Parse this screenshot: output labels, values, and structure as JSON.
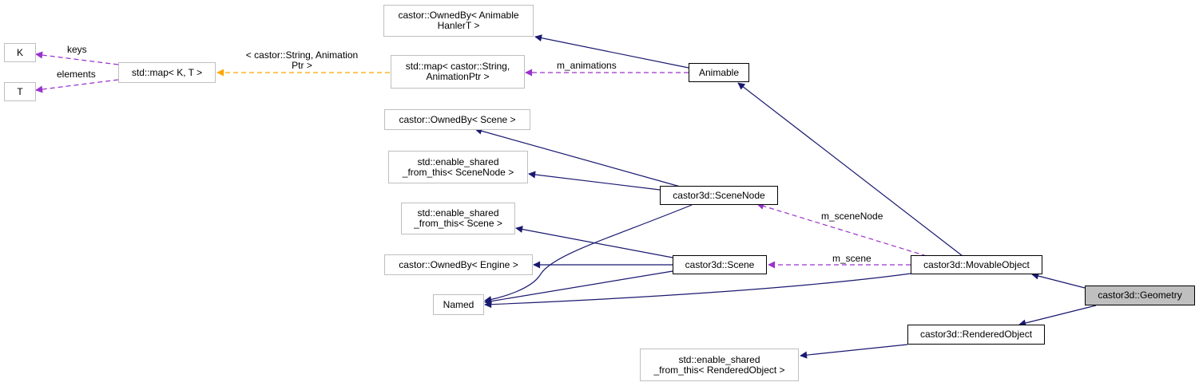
{
  "nodes": {
    "k": "K",
    "t": "T",
    "std_map_kt": "std::map< K, T >",
    "std_map_string_animptr": "std::map< castor::String,\nAnimationPtr >",
    "owned_by_animable": "castor::OwnedBy< Animable\nHanlerT >",
    "animable": "Animable",
    "owned_by_scene": "castor::OwnedBy< Scene >",
    "shared_scenenode": "std::enable_shared\n_from_this< SceneNode >",
    "scenenode": "castor3d::SceneNode",
    "shared_scene": "std::enable_shared\n_from_this< Scene >",
    "owned_by_engine": "castor::OwnedBy< Engine >",
    "scene": "castor3d::Scene",
    "movableobject": "castor3d::MovableObject",
    "named": "Named",
    "geometry": "castor3d::Geometry",
    "renderedobject": "castor3d::RenderedObject",
    "shared_renderedobject": "std::enable_shared\n_from_this< RenderedObject >"
  },
  "edge_labels": {
    "keys": "keys",
    "elements": "elements",
    "template_args": "< castor::String, Animation\nPtr >",
    "m_animations": "m_animations",
    "m_sceneNode": "m_sceneNode",
    "m_scene": "m_scene"
  },
  "colors": {
    "inheritance": "#191970",
    "usage": "#9a32cd",
    "template": "#ffa500",
    "node_border": "#bfbfbf",
    "focus_fill": "#bfbfbf"
  }
}
